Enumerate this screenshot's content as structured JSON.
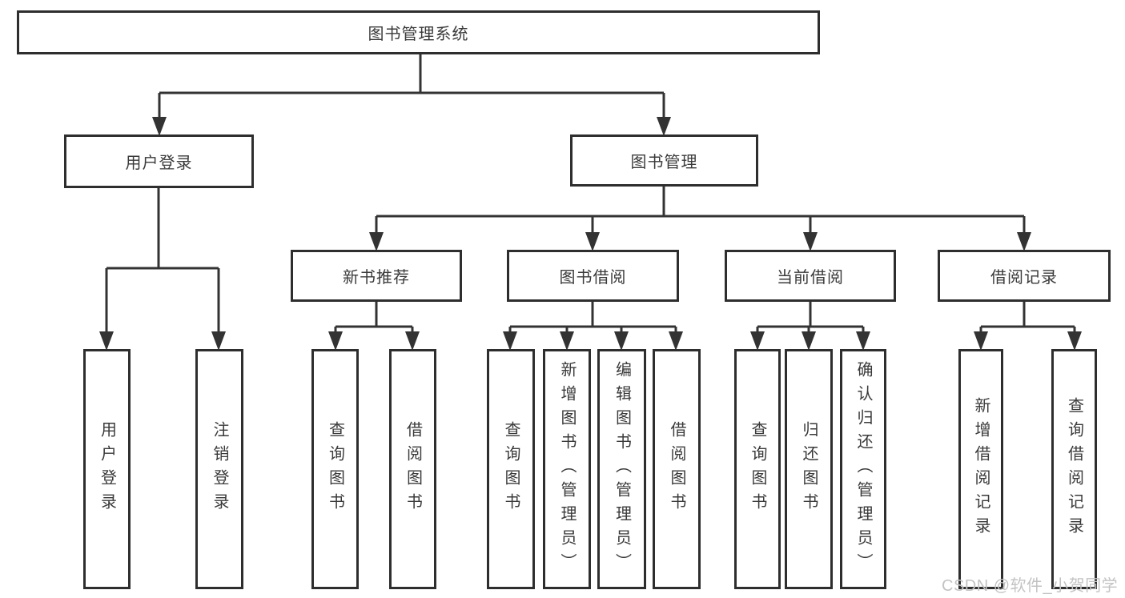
{
  "tree": {
    "root": {
      "label": "图书管理系统"
    },
    "branches": [
      {
        "label": "用户登录",
        "children": [
          {
            "label": "用户登录"
          },
          {
            "label": "注销登录"
          }
        ]
      },
      {
        "label": "图书管理",
        "sections": [
          {
            "label": "新书推荐",
            "children": [
              {
                "label": "查询图书"
              },
              {
                "label": "借阅图书"
              }
            ]
          },
          {
            "label": "图书借阅",
            "children": [
              {
                "label": "查询图书"
              },
              {
                "label": "新增图书（管理员）"
              },
              {
                "label": "编辑图书（管理员）"
              },
              {
                "label": "借阅图书"
              }
            ]
          },
          {
            "label": "当前借阅",
            "children": [
              {
                "label": "查询图书"
              },
              {
                "label": "归还图书"
              },
              {
                "label": "确认归还（管理员）"
              }
            ]
          },
          {
            "label": "借阅记录",
            "children": [
              {
                "label": "新增借阅记录"
              },
              {
                "label": "查询借阅记录"
              }
            ]
          }
        ]
      }
    ]
  },
  "colors": {
    "line": "#333333"
  },
  "watermark": "CSDN @软件_小贺同学"
}
